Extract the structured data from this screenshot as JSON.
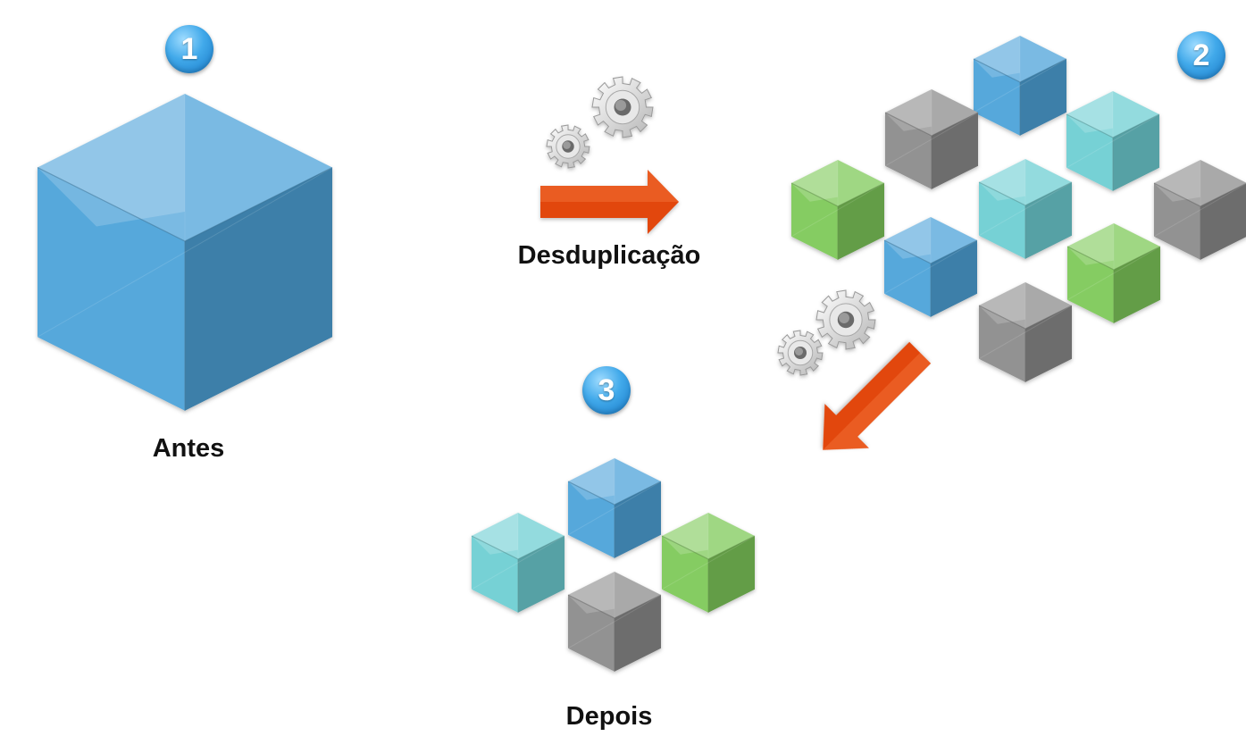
{
  "steps": [
    {
      "number": "1",
      "label": "Antes"
    },
    {
      "number": "2"
    },
    {
      "number": "3",
      "label": "Depois"
    }
  ],
  "process": {
    "label": "Desduplicação"
  },
  "colors": {
    "blue": "#4da3d9",
    "cyan": "#6fcfd3",
    "green": "#7fc95a",
    "gray": "#8c8c8c",
    "arrow": "#e2460f",
    "gear": "#d9d9d9",
    "badge": "#3aa2e6"
  },
  "icons": [
    "gear-icon",
    "arrow-right-icon",
    "arrow-down-left-icon",
    "cube-icon"
  ]
}
